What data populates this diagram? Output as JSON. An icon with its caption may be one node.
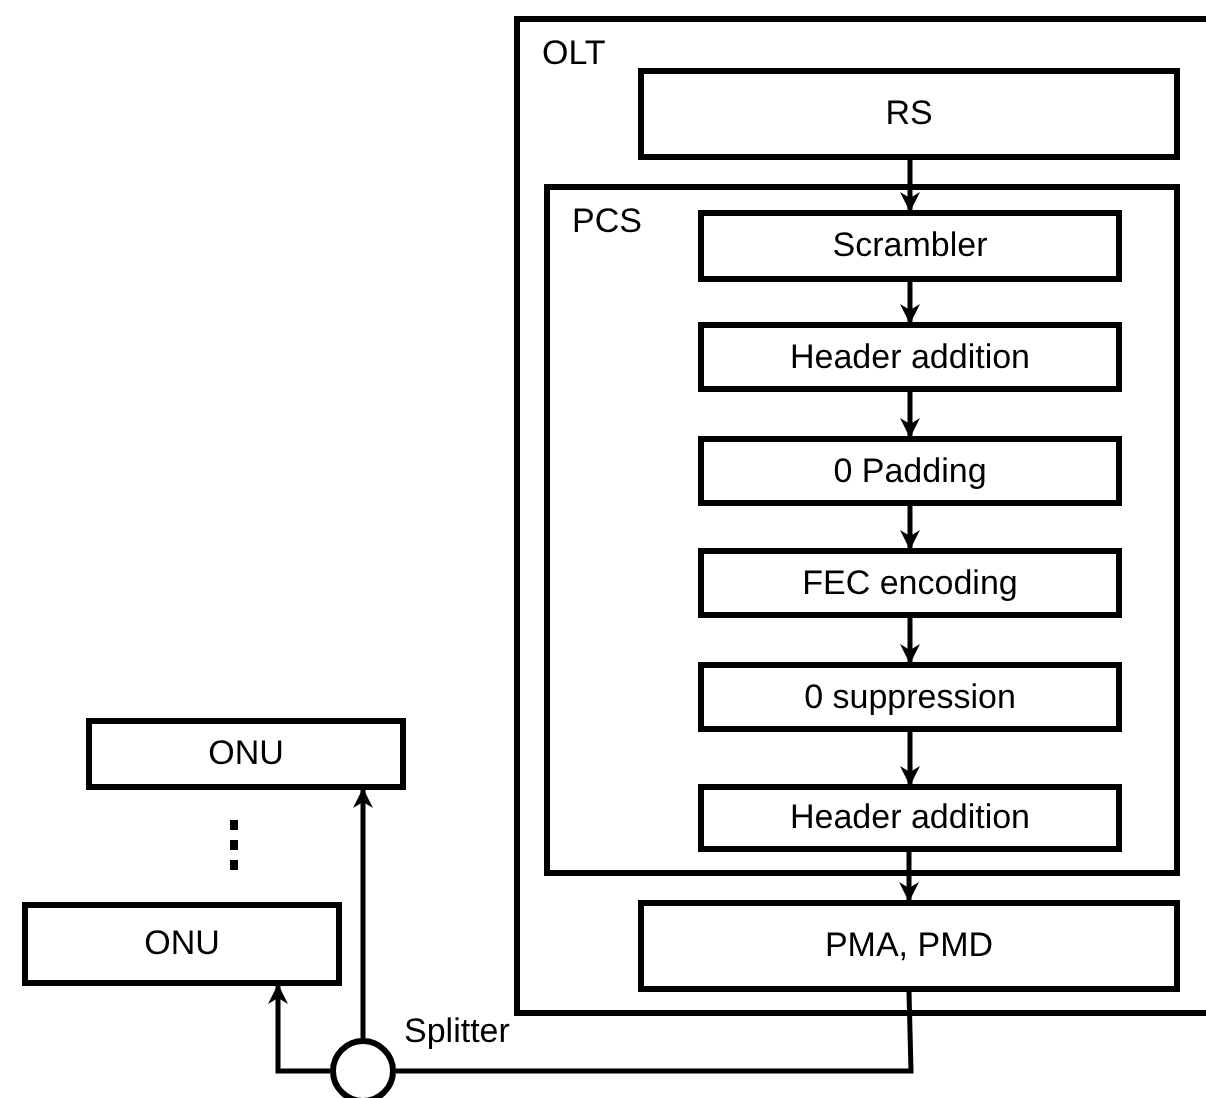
{
  "diagram": {
    "nodes": [
      {
        "text": [
          "OLT"
        ]
      },
      {
        "text": [
          "RS"
        ],
        "in": 0
      },
      {
        "text": [
          "PCS"
        ],
        "in": 0
      },
      {
        "text": [
          "Scrambler"
        ],
        "in": 2
      },
      {
        "text": [
          "Header addition"
        ],
        "in": 2
      },
      {
        "text": [
          "0 Padding"
        ],
        "in": 2
      },
      {
        "text": [
          "FEC encoding"
        ],
        "in": 2
      },
      {
        "text": [
          "0 suppression"
        ],
        "in": 2
      },
      {
        "text": [
          "Header addition"
        ],
        "in": 2
      },
      {
        "text": [
          "PMA, PMD"
        ],
        "in": 0
      },
      {
        "text": [
          "ONU"
        ]
      },
      {
        "text": [
          "ONU"
        ]
      },
      {
        "text": [],
        "shape": "circle",
        "beside": [
          "Splitter"
        ]
      }
    ],
    "edges": [
      {
        "from": 1,
        "to": 3,
        "arrow": "to"
      },
      {
        "from": 3,
        "to": 4,
        "arrow": "to"
      },
      {
        "from": 4,
        "to": 5,
        "arrow": "to"
      },
      {
        "from": 5,
        "to": 6,
        "arrow": "to"
      },
      {
        "from": 6,
        "to": 7,
        "arrow": "to"
      },
      {
        "from": 7,
        "to": 8,
        "arrow": "to"
      },
      {
        "from": 8,
        "to": 9,
        "arrow": "to"
      },
      {
        "from": 9,
        "to": 12,
        "arrow": "none"
      },
      {
        "from": 12,
        "to": 11,
        "arrow": "to"
      },
      {
        "from": 12,
        "to": 10,
        "arrow": "to"
      }
    ]
  }
}
